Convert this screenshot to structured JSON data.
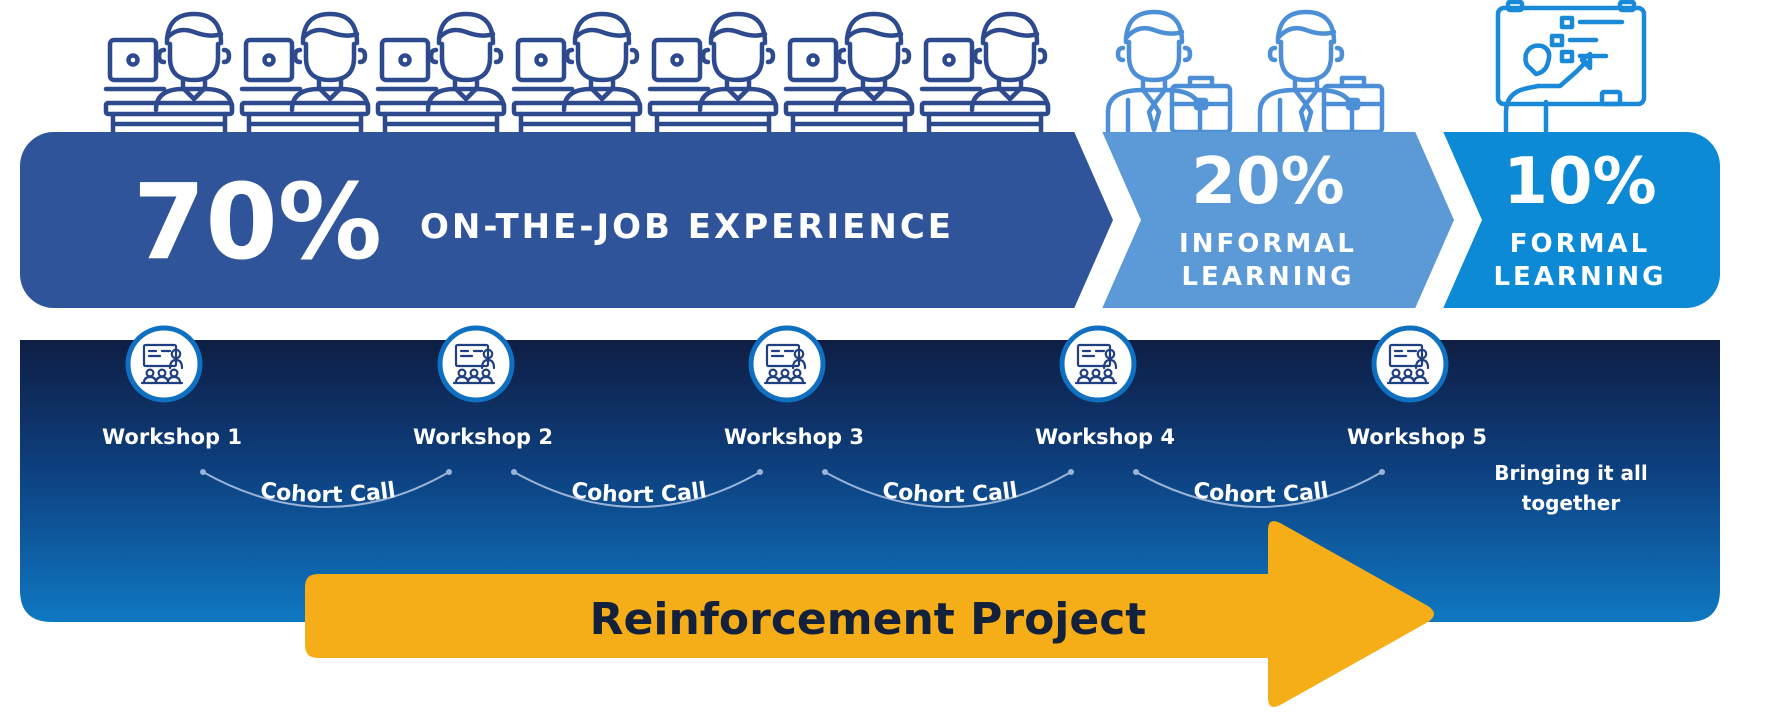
{
  "bands": [
    {
      "percent": "70%",
      "label": "ON-THE-JOB EXPERIENCE",
      "color": "#30549a"
    },
    {
      "percent": "20%",
      "label_lines": [
        "INFORMAL",
        "LEARNING"
      ],
      "color": "#5b9ad6"
    },
    {
      "percent": "10%",
      "label_lines": [
        "FORMAL",
        "LEARNING"
      ],
      "color": "#0d8ad6"
    }
  ],
  "workshops": [
    "Workshop 1",
    "Workshop 2",
    "Workshop 3",
    "Workshop 4",
    "Workshop 5"
  ],
  "cohort_calls": [
    "Cohort Call",
    "Cohort Call",
    "Cohort Call",
    "Cohort Call"
  ],
  "closing_lines": [
    "Bringing it all",
    "together"
  ],
  "arrow_label": "Reinforcement Project",
  "colors": {
    "outline": "#2e4a8e",
    "outline_light": "#4d8fd6",
    "outline_formal": "#1a8ad8",
    "panel_top": "#0f1e44",
    "panel_bottom": "#0e72bd",
    "arrow": "#f5ae17",
    "arrow_text": "#14213d"
  },
  "icons": [
    "worker-at-laptop-icon",
    "businessman-with-briefcase-icon",
    "presenter-at-board-icon",
    "workshop-presentation-icon"
  ]
}
